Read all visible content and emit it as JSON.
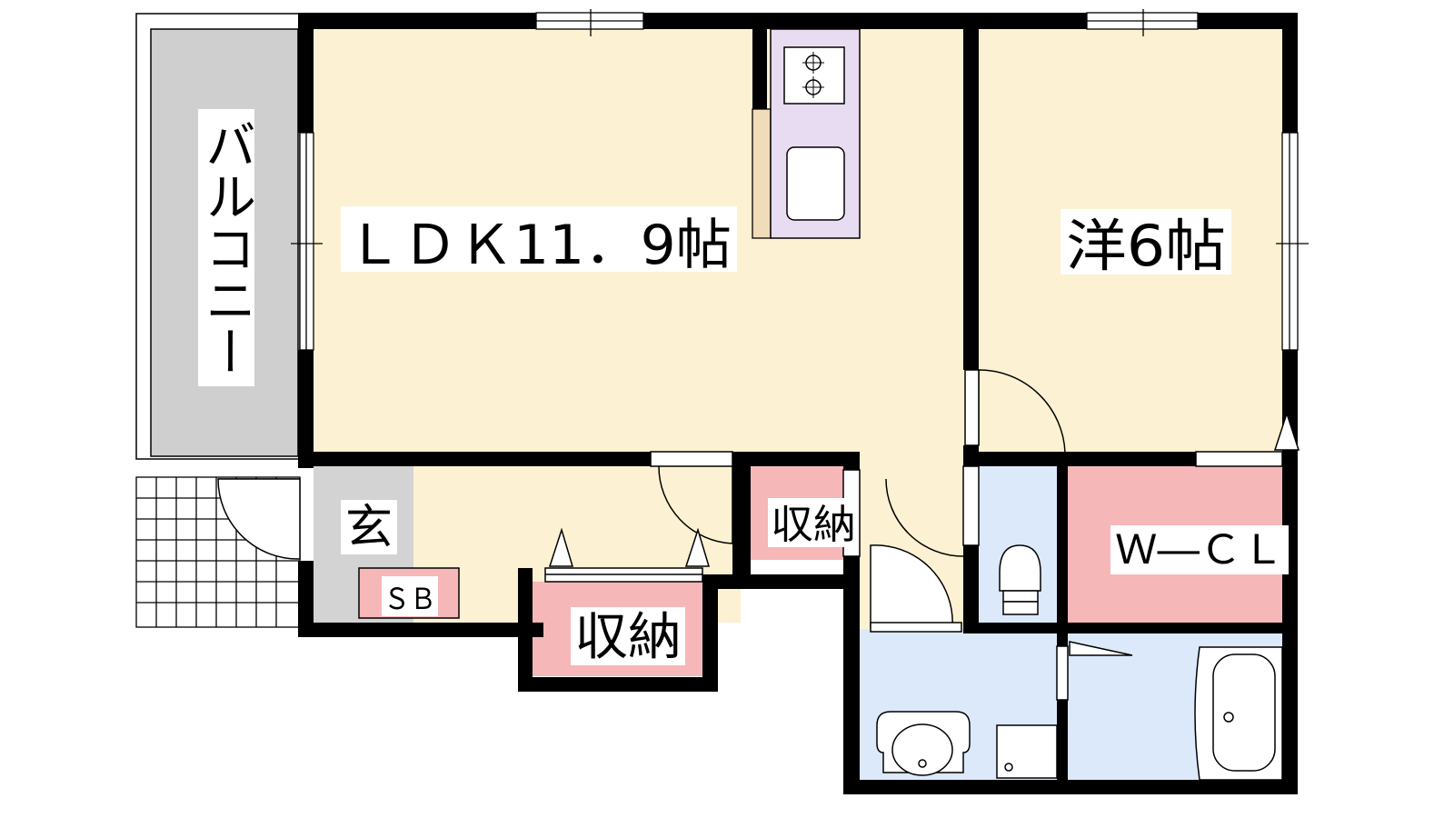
{
  "floorplan": {
    "rooms": {
      "ldk": {
        "label": "ＬＤＫ11．9帖"
      },
      "western": {
        "label": "洋6帖"
      },
      "balcony": {
        "label": "バルコニー"
      },
      "entrance": {
        "label": "玄"
      },
      "shoe_box": {
        "label": "ＳＢ"
      },
      "storage_large": {
        "label": "収納"
      },
      "storage_small": {
        "label": "収納"
      },
      "walk_in_closet": {
        "label": "Ｗ―ＣＬ"
      }
    },
    "colors": {
      "wall": "#000000",
      "living_floor": "#fcf1d2",
      "balcony": "#cfcfcf",
      "entrance": "#d3d3d3",
      "storage": "#f6b7b9",
      "wet_area": "#dce9fa",
      "kitchen": "#e8dcf2",
      "counter": "#f0dcb8"
    }
  }
}
